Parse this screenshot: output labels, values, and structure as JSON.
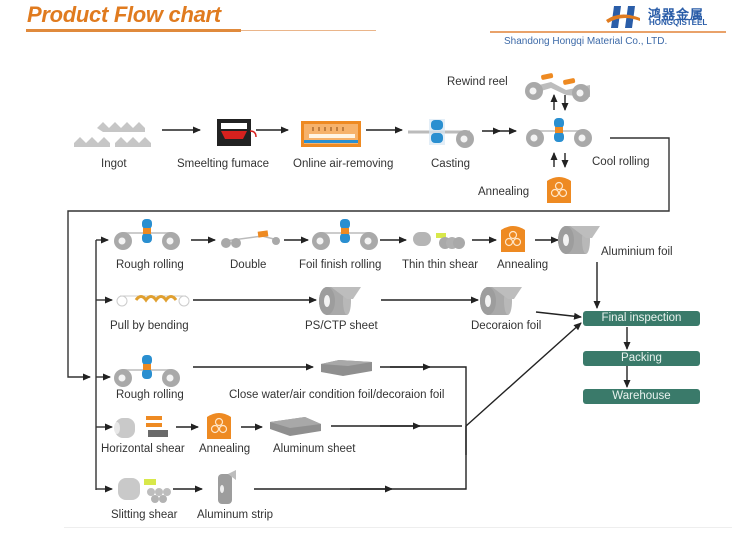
{
  "header": {
    "title": "Product Flow chart",
    "logo_cn": "鸿器金属",
    "logo_en": "HONGQISTEEL",
    "company": "Shandong Hongqi Material Co., LTD."
  },
  "colors": {
    "title": "#e07b1f",
    "accent_orange": "#ee8a22",
    "roller_blue": "#2a8fd0",
    "roller_gray": "#a9a9a9",
    "box_green": "#3a7a6a",
    "logo_blue": "#2a5da8"
  },
  "top_row": {
    "steps": [
      "Ingot",
      "Smeelting fumace",
      "Online air-removing",
      "Casting"
    ],
    "rewind_reel": "Rewind reel",
    "cool_rolling": "Cool rolling",
    "annealing": "Annealing"
  },
  "branch1": {
    "steps": [
      "Rough rolling",
      "Double",
      "Foil finish rolling",
      "Thin thin shear",
      "Annealing"
    ],
    "output": "Aluminium foil"
  },
  "branch2": {
    "steps": [
      "Pull by bending",
      "PS/CTP sheet",
      "Decoraion foil"
    ]
  },
  "branch3": {
    "steps": [
      "Rough rolling",
      "Close water/air condition foil/decoraion foil"
    ]
  },
  "branch4": {
    "steps": [
      "Horizontal shear",
      "Annealing",
      "Aluminum sheet"
    ]
  },
  "branch5": {
    "steps": [
      "Slitting shear",
      "Aluminum strip"
    ]
  },
  "final": {
    "boxes": [
      "Final inspection",
      "Packing",
      "Warehouse"
    ]
  }
}
